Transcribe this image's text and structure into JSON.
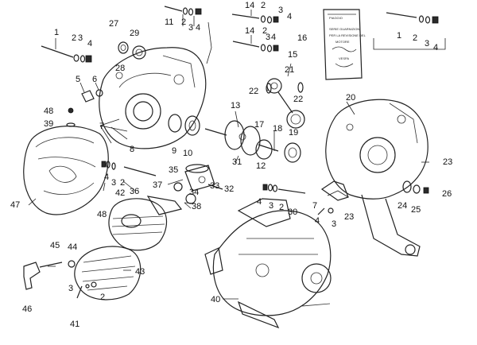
{
  "labels": [
    {
      "id": "1a",
      "text": "1"
    },
    {
      "id": "2a",
      "text": "2"
    },
    {
      "id": "3a",
      "text": "3"
    },
    {
      "id": "4a",
      "text": "4"
    },
    {
      "id": "27",
      "text": "27"
    },
    {
      "id": "29",
      "text": "29"
    },
    {
      "id": "28",
      "text": "28"
    },
    {
      "id": "11",
      "text": "11"
    },
    {
      "id": "2b",
      "text": "2"
    },
    {
      "id": "3b",
      "text": "3"
    },
    {
      "id": "4b",
      "text": "4"
    },
    {
      "id": "14a",
      "text": "14"
    },
    {
      "id": "2c",
      "text": "2"
    },
    {
      "id": "3c",
      "text": "3"
    },
    {
      "id": "4c",
      "text": "4"
    },
    {
      "id": "14b",
      "text": "14"
    },
    {
      "id": "2d",
      "text": "2"
    },
    {
      "id": "3d",
      "text": "3"
    },
    {
      "id": "4d",
      "text": "4"
    },
    {
      "id": "16",
      "text": "16"
    },
    {
      "id": "1b",
      "text": "1"
    },
    {
      "id": "2e",
      "text": "2"
    },
    {
      "id": "3e",
      "text": "3"
    },
    {
      "id": "4e",
      "text": "4"
    },
    {
      "id": "15",
      "text": "15"
    },
    {
      "id": "21",
      "text": "21"
    },
    {
      "id": "22a",
      "text": "22"
    },
    {
      "id": "22b",
      "text": "22"
    },
    {
      "id": "20",
      "text": "20"
    },
    {
      "id": "5",
      "text": "5"
    },
    {
      "id": "6",
      "text": "6"
    },
    {
      "id": "48a",
      "text": "48"
    },
    {
      "id": "39",
      "text": "39"
    },
    {
      "id": "7a",
      "text": "7"
    },
    {
      "id": "8",
      "text": "8"
    },
    {
      "id": "9",
      "text": "9"
    },
    {
      "id": "10",
      "text": "10"
    },
    {
      "id": "13",
      "text": "13"
    },
    {
      "id": "17",
      "text": "17"
    },
    {
      "id": "18",
      "text": "18"
    },
    {
      "id": "19",
      "text": "19"
    },
    {
      "id": "31",
      "text": "31"
    },
    {
      "id": "12",
      "text": "12"
    },
    {
      "id": "23a",
      "text": "23"
    },
    {
      "id": "47",
      "text": "47"
    },
    {
      "id": "4f",
      "text": "4"
    },
    {
      "id": "3f",
      "text": "3"
    },
    {
      "id": "2f",
      "text": "2"
    },
    {
      "id": "42",
      "text": "42"
    },
    {
      "id": "36",
      "text": "36"
    },
    {
      "id": "37",
      "text": "37"
    },
    {
      "id": "35",
      "text": "35"
    },
    {
      "id": "34",
      "text": "34"
    },
    {
      "id": "33",
      "text": "33"
    },
    {
      "id": "32",
      "text": "32"
    },
    {
      "id": "48b",
      "text": "48"
    },
    {
      "id": "38",
      "text": "38"
    },
    {
      "id": "4g",
      "text": "4"
    },
    {
      "id": "3g",
      "text": "3"
    },
    {
      "id": "2g",
      "text": "2"
    },
    {
      "id": "30",
      "text": "30"
    },
    {
      "id": "7b",
      "text": "7"
    },
    {
      "id": "4h",
      "text": "4"
    },
    {
      "id": "3h",
      "text": "3"
    },
    {
      "id": "23b",
      "text": "23"
    },
    {
      "id": "24",
      "text": "24"
    },
    {
      "id": "25",
      "text": "25"
    },
    {
      "id": "26",
      "text": "26"
    },
    {
      "id": "45",
      "text": "45"
    },
    {
      "id": "44",
      "text": "44"
    },
    {
      "id": "43",
      "text": "43"
    },
    {
      "id": "46",
      "text": "46"
    },
    {
      "id": "3i",
      "text": "3"
    },
    {
      "id": "2i",
      "text": "2"
    },
    {
      "id": "41",
      "text": "41"
    },
    {
      "id": "40",
      "text": "40"
    }
  ],
  "gasket_bag": {
    "line1": "PIAGGIO",
    "line2": "SERIE GUARNIZIONI",
    "line3": "PER LA REVISIONE DEL",
    "line4": "MOTORE",
    "line5": "VESPA"
  }
}
